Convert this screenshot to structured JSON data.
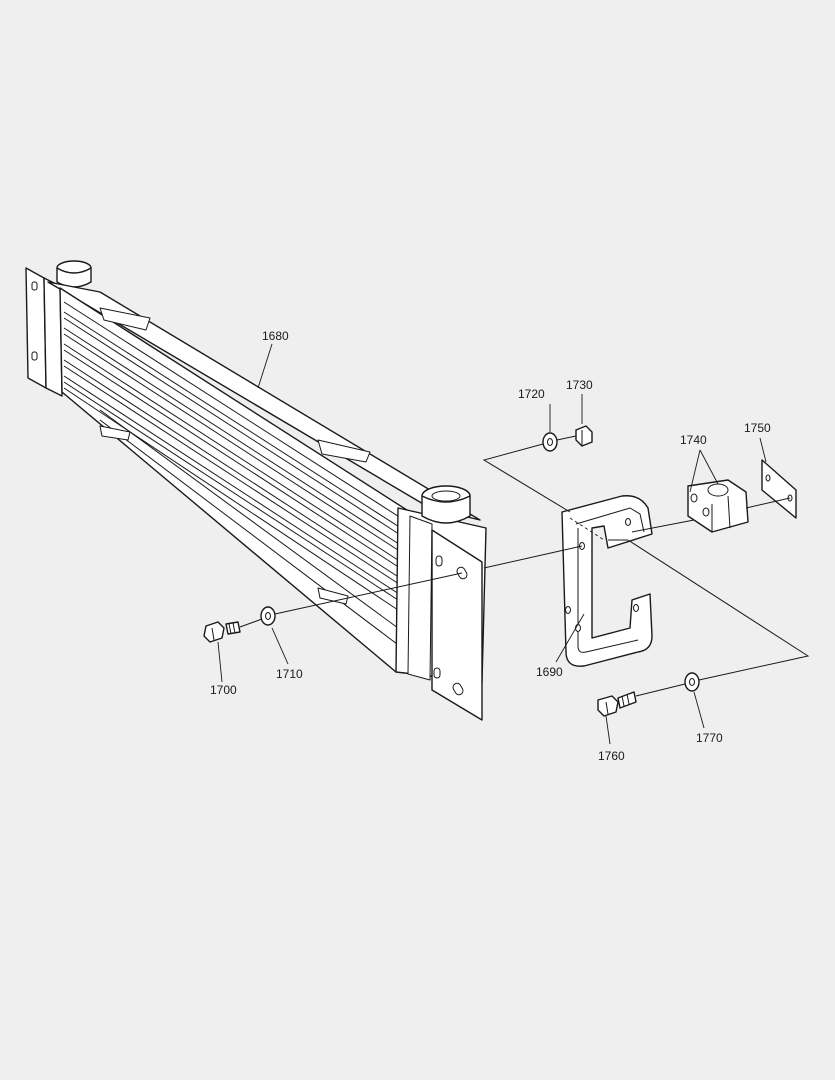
{
  "callouts": {
    "p1680": "1680",
    "p1690": "1690",
    "p1700": "1700",
    "p1710": "1710",
    "p1720": "1720",
    "p1730": "1730",
    "p1740": "1740",
    "p1750": "1750",
    "p1760": "1760",
    "p1770": "1770"
  },
  "colors": {
    "background": "#efefef",
    "line": "#1a1a1a",
    "part_fill": "#ffffff"
  }
}
